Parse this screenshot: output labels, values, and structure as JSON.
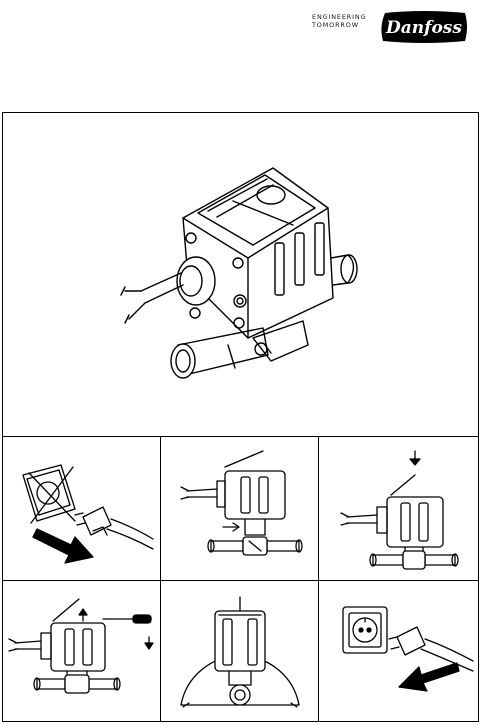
{
  "header": {
    "tagline_line1": "ENGINEERING",
    "tagline_line2": "TOMORROW",
    "brand": "Danfoss"
  },
  "icons": {
    "main": "solenoid-valve-with-coil-icon",
    "steps": [
      "unplug-power-icon",
      "remove-coil-clip-icon",
      "press-coil-down-icon",
      "pry-coil-with-screwdriver-icon",
      "coil-rotation-angle-icon",
      "plug-into-socket-icon"
    ]
  },
  "colors": {
    "ink": "#000000",
    "paper": "#ffffff"
  }
}
